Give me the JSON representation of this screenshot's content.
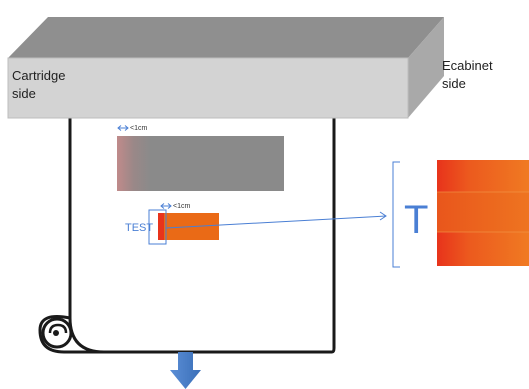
{
  "labels": {
    "cartridge_side_line1": "Cartridge",
    "cartridge_side_line2": "side",
    "ecabinet_side_line1": "Ecabinet",
    "ecabinet_side_line2": "side",
    "gap_top": "<1cm",
    "gap_bottom": "<1cm",
    "test": "TEST",
    "zoom_letter": "T"
  },
  "colors": {
    "cabinet_top": "#8f8f8f",
    "cabinet_front": "#d3d3d3",
    "gray_block": "#8a8a8a",
    "orange_block": "#ea6a16",
    "zoom_red": "#e8331b",
    "accent_blue": "#4a7fd4",
    "paper_outline": "#1a1a1a"
  }
}
